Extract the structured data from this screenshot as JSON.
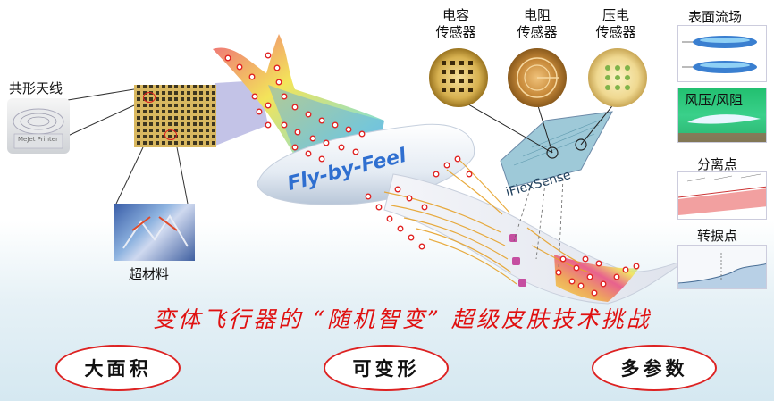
{
  "labels": {
    "conformal_antenna": "共形天线",
    "metamaterial": "超材料",
    "capacitive_sensor_l1": "电容",
    "capacitive_sensor_l2": "传感器",
    "resistive_sensor_l1": "电阻",
    "resistive_sensor_l2": "传感器",
    "piezo_sensor_l1": "压电",
    "piezo_sensor_l2": "传感器",
    "surface_flow": "表面流场",
    "wind_pressure": "风压/风阻",
    "separation_point": "分离点",
    "transition_point": "转捩点",
    "fly_by_feel": "Fly-by-Feel",
    "iflexsense": "iFlexSense",
    "printer_text": "MeJet Printer"
  },
  "headline": "变体飞行器的 “随机智变” 超级皮肤技术挑战",
  "challenges": [
    "大面积",
    "可变形",
    "多参数"
  ],
  "colors": {
    "headline": "#e01010",
    "oval_border": "#d22222",
    "sensor_dot": "#e02020"
  },
  "icons": [
    "antenna-dome-icon",
    "metamaterial-grid-icon",
    "capacitive-sensor-icon",
    "resistive-sensor-icon",
    "piezo-sensor-icon"
  ]
}
